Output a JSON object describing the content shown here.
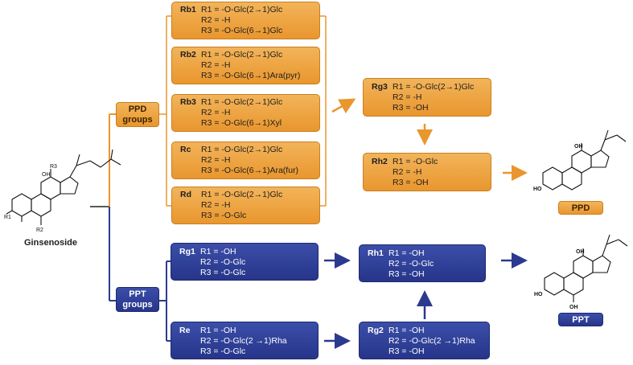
{
  "start_label": "Ginsenoside",
  "groups": {
    "ppd": {
      "line1": "PPD",
      "line2": "groups"
    },
    "ppt": {
      "line1": "PPT",
      "line2": "groups"
    }
  },
  "boxes": {
    "rb1": {
      "name": "Rb1",
      "r1": "R1 = -O-Glc(2→1)Glc",
      "r2": "R2 = -H",
      "r3": "R3 = -O-Glc(6→1)Glc"
    },
    "rb2": {
      "name": "Rb2",
      "r1": "R1 = -O-Glc(2→1)Glc",
      "r2": "R2 = -H",
      "r3": "R3 = -O-Glc(6→1)Ara(pyr)"
    },
    "rb3": {
      "name": "Rb3",
      "r1": "R1 = -O-Glc(2→1)Glc",
      "r2": "R2 = -H",
      "r3": "R3 = -O-Glc(6→1)Xyl"
    },
    "rc": {
      "name": "Rc",
      "r1": "R1 = -O-Glc(2→1)Glc",
      "r2": "R2 = -H",
      "r3": "R3 = -O-Glc(6→1)Ara(fur)"
    },
    "rd": {
      "name": "Rd",
      "r1": "R1 = -O-Glc(2→1)Glc",
      "r2": "R2 = -H",
      "r3": "R3 = -O-Glc"
    },
    "rg3": {
      "name": "Rg3",
      "r1": "R1 = -O-Glc(2→1)Glc",
      "r2": "R2 = -H",
      "r3": "R3 = -OH"
    },
    "rh2": {
      "name": "Rh2",
      "r1": "R1 = -O-Glc",
      "r2": "R2 = -H",
      "r3": "R3 = -OH"
    },
    "rg1": {
      "name": "Rg1",
      "r1": "R1 = -OH",
      "r2": "R2 = -O-Glc",
      "r3": "R3 = -O-Glc"
    },
    "re": {
      "name": "Re",
      "r1": "R1 = -OH",
      "r2": "R2 = -O-Glc(2 →1)Rha",
      "r3": "R3 = -O-Glc"
    },
    "rh1": {
      "name": "Rh1",
      "r1": "R1 = -OH",
      "r2": "R2 = -O-Glc",
      "r3": "R3 = -OH"
    },
    "rg2": {
      "name": "Rg2",
      "r1": "R1 = -OH",
      "r2": "R2 = -O-Glc(2 →1)Rha",
      "r3": "R3 = -OH"
    }
  },
  "products": {
    "ppd": "PPD",
    "ppt": "PPT"
  },
  "structure_labels": {
    "oh": "OH",
    "ho": "HO",
    "r1": "R1",
    "r2": "R2",
    "r3": "R3"
  },
  "colors": {
    "orange": "#eba040",
    "blue": "#2b3a8f",
    "line": "#e9962e"
  }
}
